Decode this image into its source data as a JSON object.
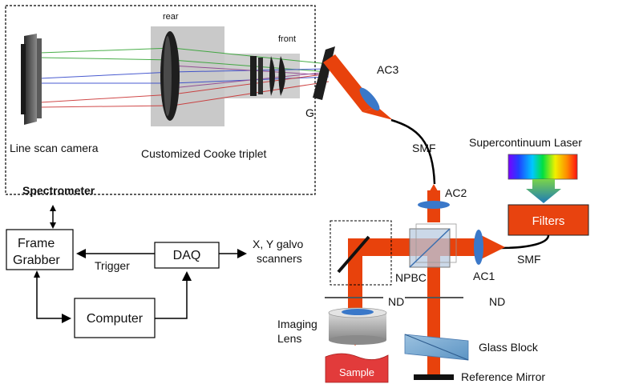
{
  "spectrometer": {
    "title": "Spectrometer",
    "camera_label": "Line scan camera",
    "lens_label": "Customized Cooke triplet",
    "rear_label": "rear",
    "front_label": "front",
    "grating_label": "G",
    "collimator_label": "AC3"
  },
  "fibers": {
    "smf_top": "SMF",
    "smf_right": "SMF"
  },
  "laser": {
    "source_label": "Supercontinuum Laser",
    "filters_label": "Filters"
  },
  "optics": {
    "ac1": "AC1",
    "ac2": "AC2",
    "npbc": "NPBC",
    "nd_left": "ND",
    "nd_right": "ND",
    "glass_block": "Glass Block",
    "reference_mirror": "Reference Mirror",
    "imaging_lens_line1": "Imaging",
    "imaging_lens_line2": "Lens",
    "sample": "Sample"
  },
  "electronics": {
    "frame_grabber_line1": "Frame",
    "frame_grabber_line2": "Grabber",
    "daq": "DAQ",
    "computer": "Computer",
    "trigger": "Trigger",
    "galvo_line1": "X, Y galvo",
    "galvo_line2": "scanners"
  },
  "colors": {
    "beam": "#e8420c",
    "lens": "#3a78c9",
    "filters_fill": "#e8430f",
    "sample_fill": "#e23b3b"
  }
}
